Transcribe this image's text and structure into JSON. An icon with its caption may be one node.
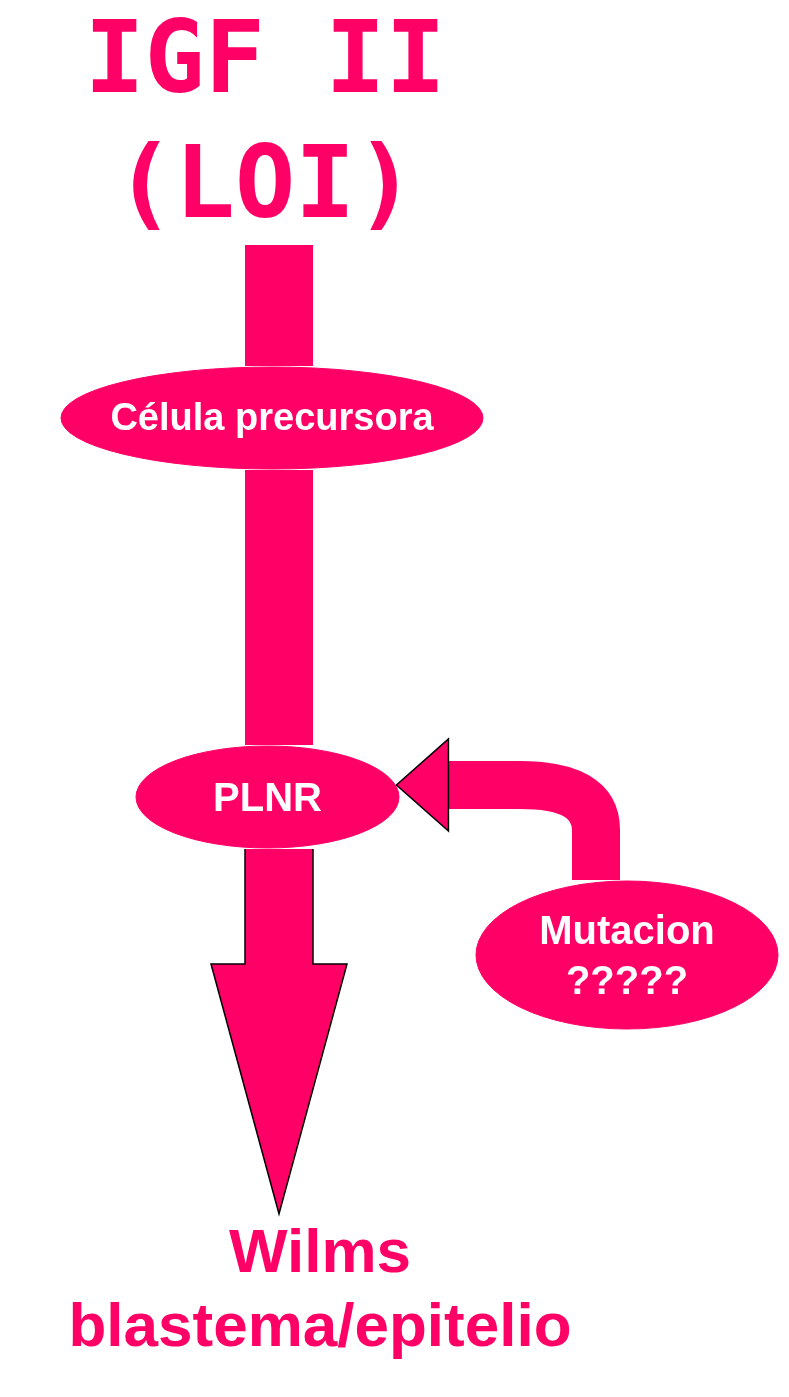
{
  "diagram": {
    "nodes": [
      {
        "text": [
          "IGF II (LOI)"
        ]
      },
      {
        "text": [
          "Célula precursora"
        ]
      },
      {
        "text": [
          "PLNR"
        ]
      },
      {
        "text": [
          "Mutacion ?????"
        ]
      },
      {
        "text": [
          "Wilms blastema/epitelio"
        ]
      }
    ],
    "edges": [
      {
        "from": 0,
        "to": 1,
        "arrow": "none"
      },
      {
        "from": 1,
        "to": 2,
        "arrow": "none"
      },
      {
        "from": 2,
        "to": 4,
        "arrow": "to"
      },
      {
        "from": 3,
        "to": 2,
        "arrow": "to"
      }
    ]
  }
}
